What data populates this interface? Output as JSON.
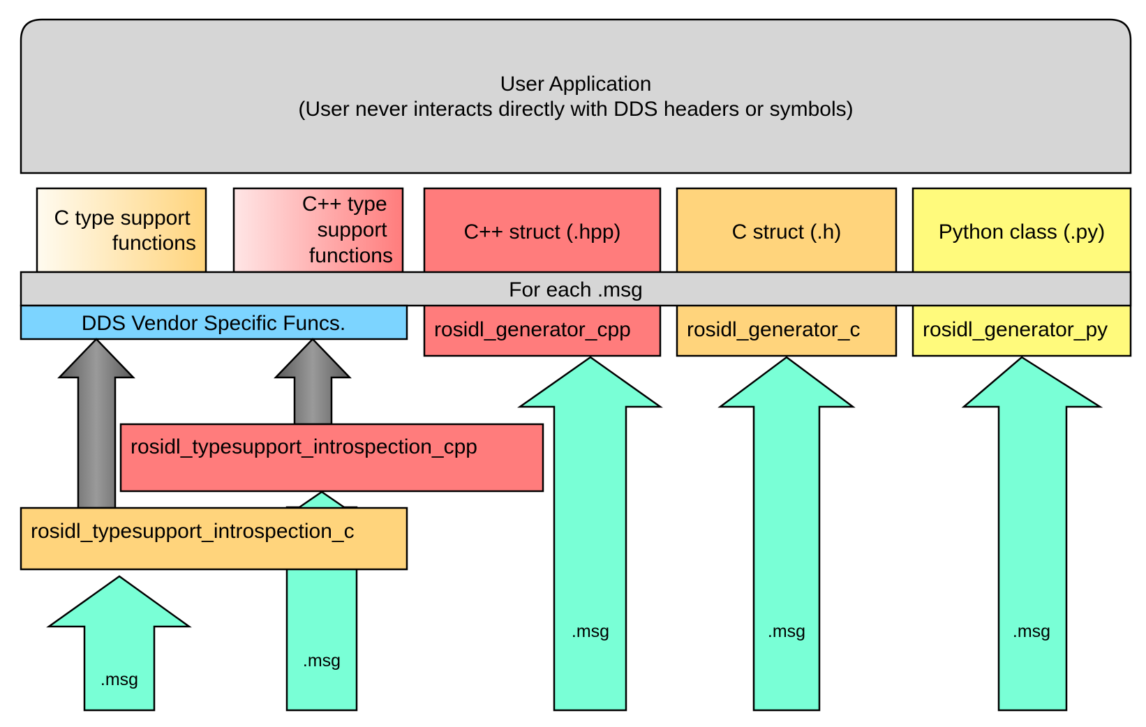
{
  "user_application": {
    "title": "User Application",
    "subtitle": "(User never interacts directly with DDS headers or symbols)"
  },
  "generated_outputs": {
    "c_type_support": [
      "C type support",
      "functions"
    ],
    "cpp_type_support": [
      "C++ type",
      "support",
      "functions"
    ],
    "cpp_struct": "C++ struct (.hpp)",
    "c_struct": "C struct (.h)",
    "python_class": "Python class (.py)"
  },
  "for_each_bar": "For each .msg",
  "dds_vendor_funcs": "DDS Vendor Specific Funcs.",
  "generators": {
    "cpp": "rosidl_generator_cpp",
    "c": "rosidl_generator_c",
    "py": "rosidl_generator_py"
  },
  "introspection": {
    "cpp": "rosidl_typesupport_introspection_cpp",
    "c": "rosidl_typesupport_introspection_c"
  },
  "msg_inputs": {
    "intro_c": ".msg",
    "intro_cpp": ".msg",
    "gen_cpp": ".msg",
    "gen_c": ".msg",
    "gen_py": ".msg"
  },
  "colors": {
    "gray_panel": "#d6d6d6",
    "red": "#ff7c7c",
    "orange": "#ffd47c",
    "yellow": "#fffa7c",
    "blue": "#7cd4ff",
    "teal_arrow": "#79ffd6",
    "gray_arrow": "#808080"
  }
}
